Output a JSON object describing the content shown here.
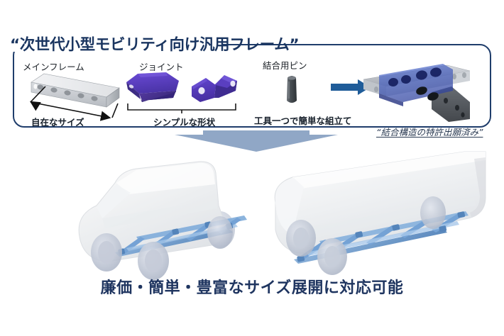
{
  "slide": {
    "title": "“次世代小型モビリティ向け汎用フレーム”",
    "bottom_caption": "廉価・簡単・豊富なサイズ展開に対応可能",
    "patent_note": "“結合構造の特許出願済み”"
  },
  "components": [
    {
      "key": "main_frame",
      "label": "メインフレーム",
      "caption": "自在なサイズ",
      "icon": "c-channel-rail-icon"
    },
    {
      "key": "joint",
      "label": "ジョイント",
      "caption": "シンプルな形状",
      "icon": "purple-joint-icon"
    },
    {
      "key": "pin",
      "label": "結合用ピン",
      "caption": "工具一つで簡単な組立て",
      "icon": "pin-icon"
    }
  ],
  "icons": {
    "blue_arrow": "right-arrow-icon",
    "big_arrow": "down-arrow-icon",
    "dimension_arrow": "double-headed-arrow-icon",
    "bracket": "span-bracket-icon",
    "assembly": "joint-assembly-render-icon",
    "vehicle_small": "small-van-render-icon",
    "vehicle_large": "box-truck-render-icon"
  },
  "colors": {
    "navy": "#1f3d6b",
    "title_navy": "#1a3560",
    "joint_purple": "#5b3fc4",
    "frame_gray": "#c9ccd1",
    "arrow_blue": "#1f5c99",
    "big_arrow_blue": "#90a7c6",
    "chassis_blue": "#7fa8d8"
  }
}
